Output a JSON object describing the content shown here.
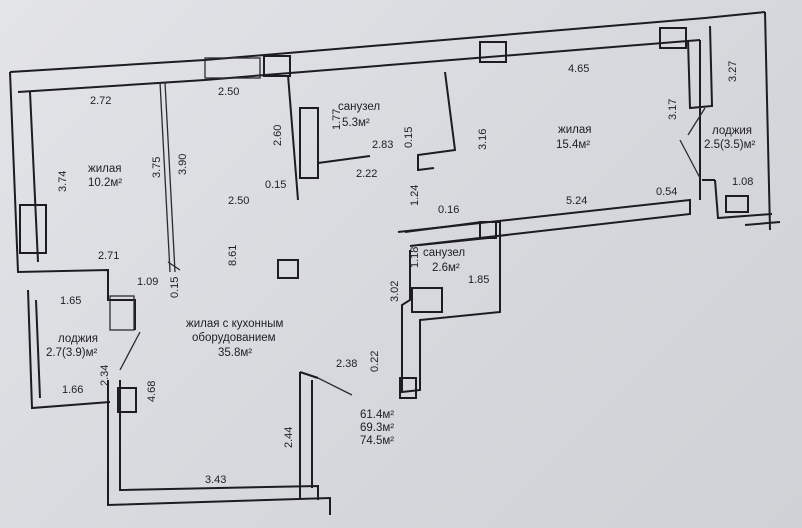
{
  "rooms": {
    "living_1_name": "жилая",
    "living_1_area": "10.2м²",
    "bath_1_name": "санузел",
    "bath_1_area": "5.3м²",
    "living_2_name": "жилая",
    "living_2_area": "15.4м²",
    "loggia_right_name": "лоджия",
    "loggia_right_area": "2.5(3.5)м²",
    "bath_2_name": "санузел",
    "bath_2_area": "2.6м²",
    "kitchen_name_1": "жилая с кухонным",
    "kitchen_name_2": "оборудованием",
    "kitchen_area": "35.8м²",
    "loggia_left_name": "лоджия",
    "loggia_left_area": "2.7(3.9)м²"
  },
  "totals": [
    "61.4м²",
    "69.3м²",
    "74.5м²"
  ],
  "dimensions": {
    "d272": "2.72",
    "d250a": "2.50",
    "d465": "4.65",
    "d327": "3.27",
    "d374": "3.74",
    "d375": "3.75",
    "d390": "3.90",
    "d260": "2.60",
    "d177": "1.77",
    "d015a": "0.15",
    "d316": "3.16",
    "d317": "3.17",
    "d283": "2.83",
    "d222": "2.22",
    "d015b": "0.15",
    "d250b": "2.50",
    "d124": "1.24",
    "d016": "0.16",
    "d524": "5.24",
    "d054": "0.54",
    "d108": "1.08",
    "d861": "8.61",
    "d271": "2.71",
    "d109": "1.09",
    "d015c": "0.15",
    "d118": "1.18",
    "d185": "1.85",
    "d302": "3.02",
    "d165": "1.65",
    "d234": "2.34",
    "d468": "4.68",
    "d166": "1.66",
    "d238": "2.38",
    "d022": "0.22",
    "d244": "2.44",
    "d343": "3.43"
  }
}
